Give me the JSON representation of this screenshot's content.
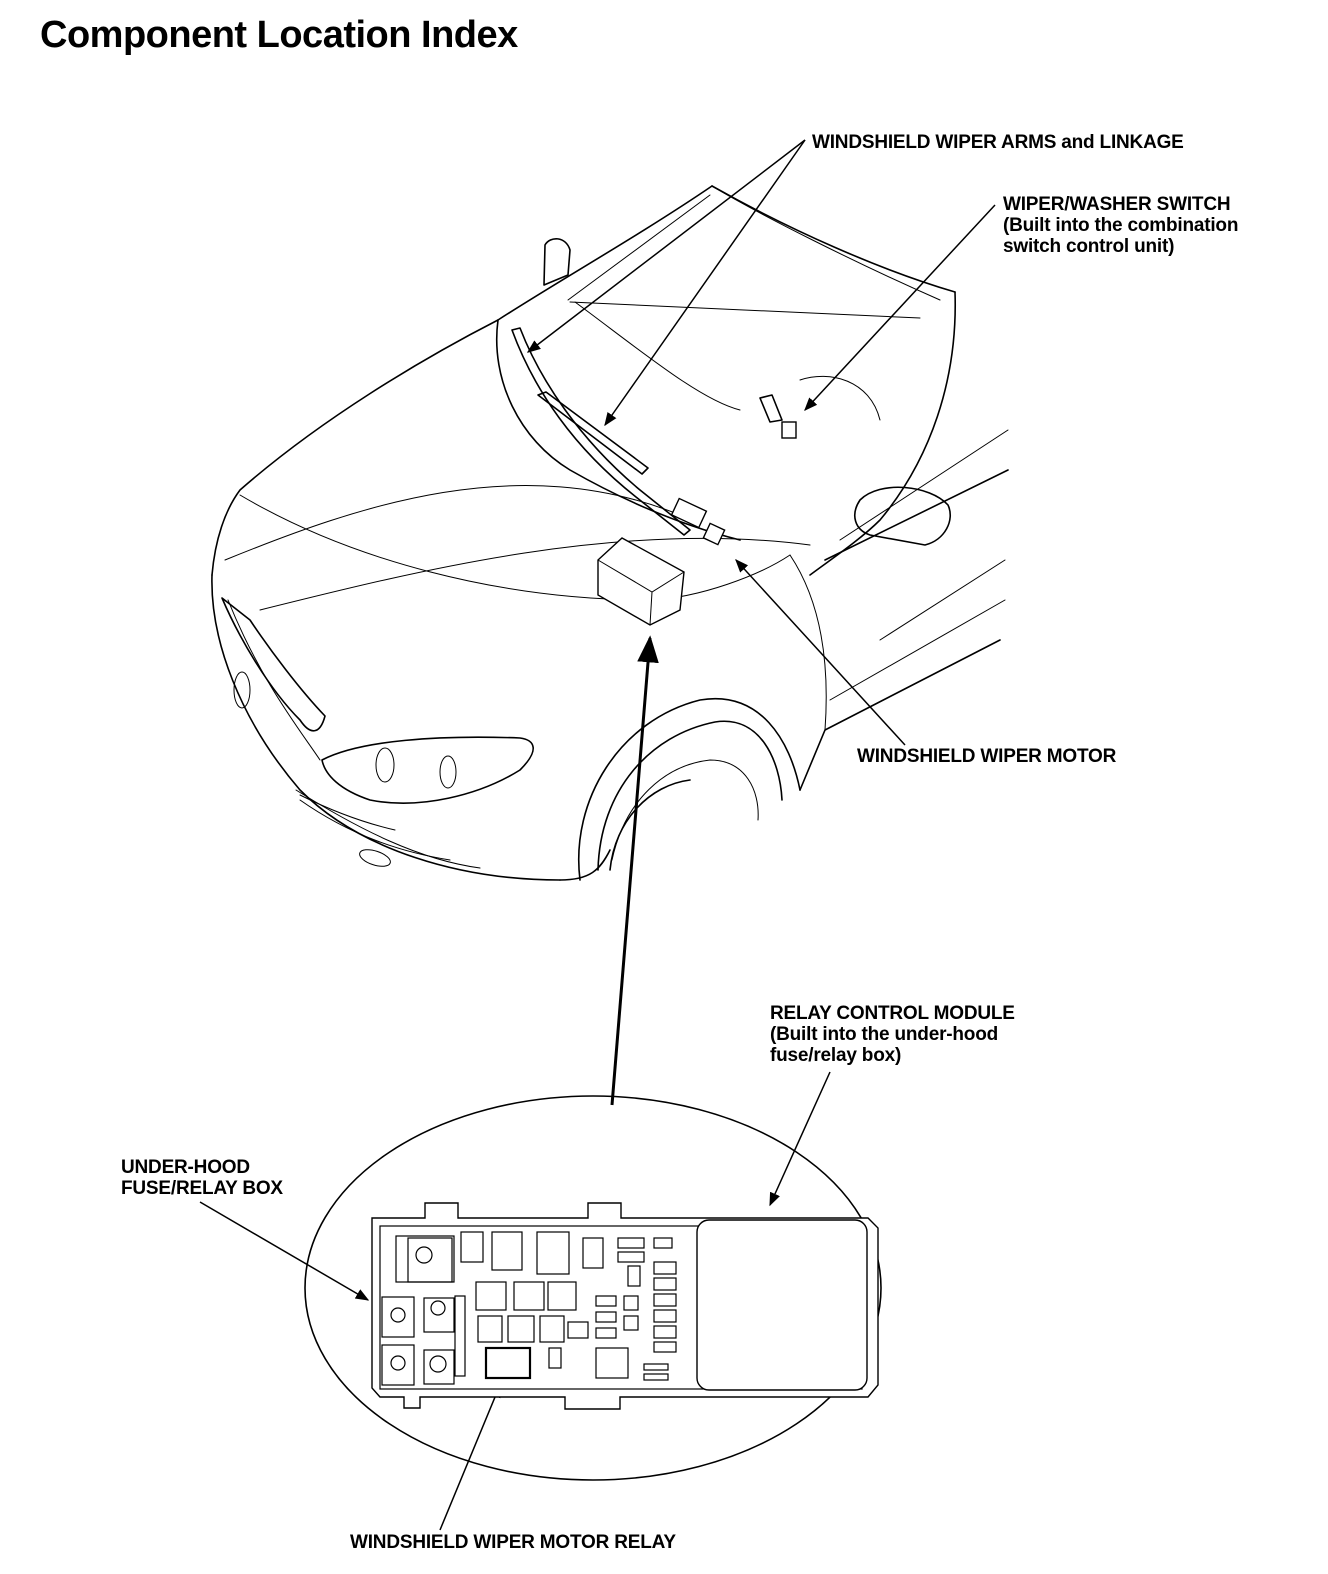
{
  "page": {
    "title": "Component Location Index"
  },
  "labels": {
    "wiper_arms": "WINDSHIELD WIPER ARMS and LINKAGE",
    "wiper_switch": [
      "WIPER/WASHER SWITCH",
      "(Built into the combination",
      "switch control unit)"
    ],
    "wiper_motor": "WINDSHIELD WIPER MOTOR",
    "relay_control_module": [
      "RELAY CONTROL MODULE",
      "(Built into the under-hood",
      "fuse/relay box)"
    ],
    "underhood_box": [
      "UNDER-HOOD",
      "FUSE/RELAY BOX"
    ],
    "wiper_motor_relay": "WINDSHIELD WIPER MOTOR RELAY"
  }
}
